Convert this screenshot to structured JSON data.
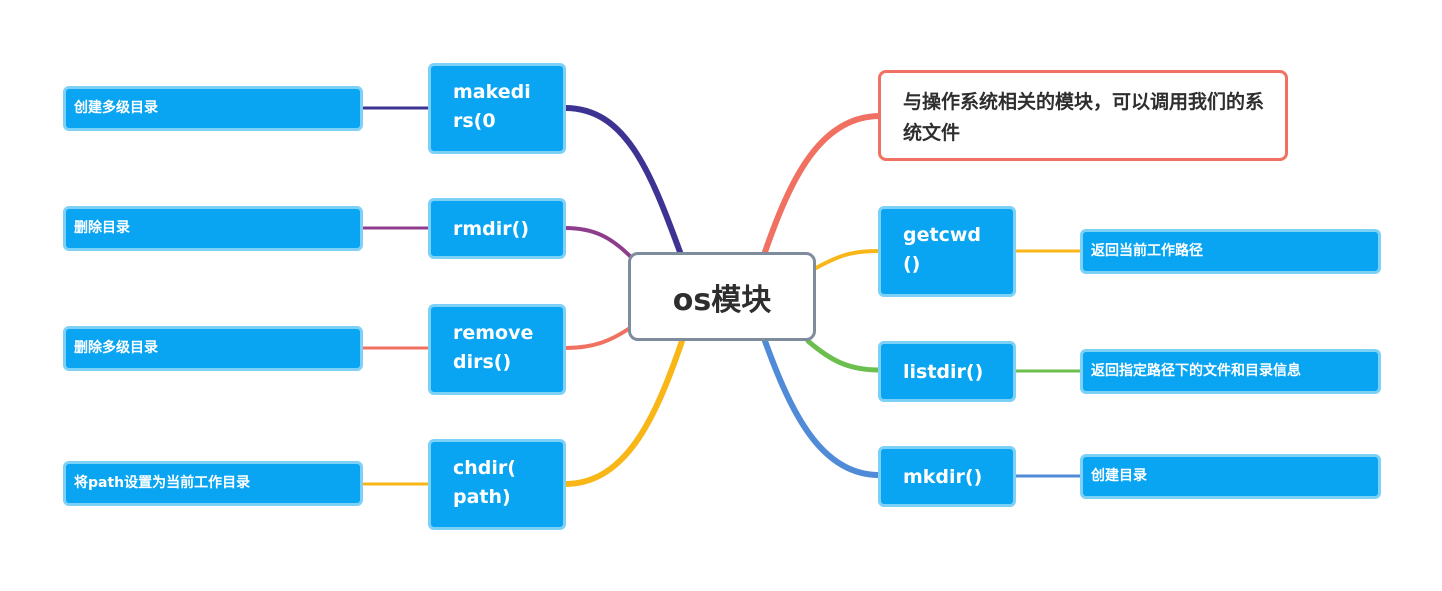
{
  "center": {
    "label": "os模块"
  },
  "description": {
    "text": "与操作系统相关的模块，可以调用我们的系统文件"
  },
  "left_branches": [
    {
      "label": "makedi\nrs(0",
      "detail": "创建多级目录",
      "color": "#3d3393"
    },
    {
      "label": "rmdir()",
      "detail": "删除目录",
      "color": "#8e3d8d"
    },
    {
      "label": "remove\ndirs()",
      "detail": "删除多级目录",
      "color": "#f07162"
    },
    {
      "label": "chdir(\npath)",
      "detail": "将path设置为当前工作目录",
      "color": "#f8b617"
    }
  ],
  "right_branches": [
    {
      "label": "getcwd\n()",
      "detail": "返回当前工作路径",
      "color": "#f8b617"
    },
    {
      "label": "listdir()",
      "detail": "返回指定路径下的文件和目录信息",
      "color": "#6bbf4e"
    },
    {
      "label": "mkdir()",
      "detail": "创建目录",
      "color": "#4f8bd6"
    }
  ],
  "theme": {
    "node_fill": "#09a5f2",
    "node_border": "#7dd0f6",
    "center_border": "#7f8c9d",
    "description_border": "#f07162",
    "description_connector": "#f07162"
  }
}
